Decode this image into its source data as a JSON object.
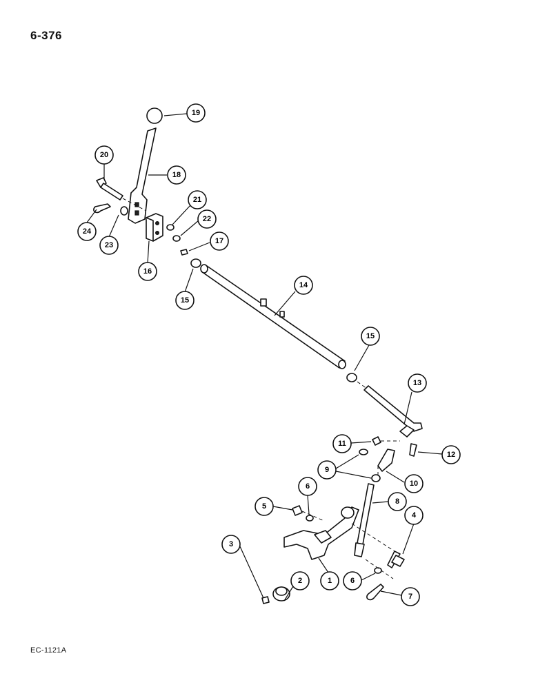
{
  "page_number": "6-376",
  "figure_code": "EC-1121A",
  "callouts": [
    {
      "id": "c1",
      "label": "1"
    },
    {
      "id": "c2",
      "label": "2"
    },
    {
      "id": "c3",
      "label": "3"
    },
    {
      "id": "c4",
      "label": "4"
    },
    {
      "id": "c5",
      "label": "5"
    },
    {
      "id": "c6a",
      "label": "6"
    },
    {
      "id": "c6b",
      "label": "6"
    },
    {
      "id": "c7",
      "label": "7"
    },
    {
      "id": "c8",
      "label": "8"
    },
    {
      "id": "c9",
      "label": "9"
    },
    {
      "id": "c10",
      "label": "10"
    },
    {
      "id": "c11",
      "label": "11"
    },
    {
      "id": "c12",
      "label": "12"
    },
    {
      "id": "c13",
      "label": "13"
    },
    {
      "id": "c14",
      "label": "14"
    },
    {
      "id": "c15a",
      "label": "15"
    },
    {
      "id": "c15b",
      "label": "15"
    },
    {
      "id": "c16",
      "label": "16"
    },
    {
      "id": "c17",
      "label": "17"
    },
    {
      "id": "c18",
      "label": "18"
    },
    {
      "id": "c19",
      "label": "19"
    },
    {
      "id": "c20",
      "label": "20"
    },
    {
      "id": "c21",
      "label": "21"
    },
    {
      "id": "c22",
      "label": "22"
    },
    {
      "id": "c23",
      "label": "23"
    },
    {
      "id": "c24",
      "label": "24"
    }
  ]
}
